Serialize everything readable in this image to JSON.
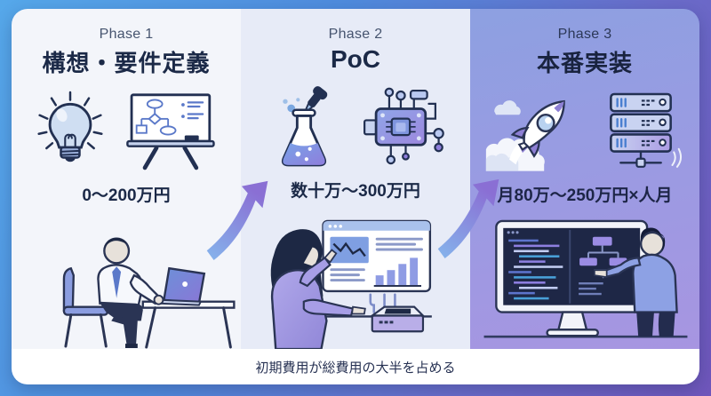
{
  "phases": [
    {
      "label": "Phase 1",
      "title": "構想・要件定義",
      "price": "0〜200万円",
      "icon_names": [
        "lightbulb-icon",
        "whiteboard-flowchart-icon"
      ],
      "illustration_name": "man-working-on-laptop"
    },
    {
      "label": "Phase 2",
      "title": "PoC",
      "price": "数十万〜300万円",
      "icon_names": [
        "flask-dropper-icon",
        "circuit-board-icon"
      ],
      "illustration_name": "woman-presenting-charts"
    },
    {
      "label": "Phase 3",
      "title": "本番実装",
      "price": "月80万〜250万円×人月",
      "icon_names": [
        "rocket-launch-icon",
        "server-rack-icon"
      ],
      "illustration_name": "engineer-at-code-screen"
    }
  ],
  "arrows": [
    {
      "name": "arrow-phase1-to-phase2"
    },
    {
      "name": "arrow-phase2-to-phase3"
    }
  ],
  "footer": {
    "note": "初期費用が総費用の大半を占める"
  },
  "colors": {
    "frame_gradient_start": "#56a8ea",
    "frame_gradient_end": "#6f56bb",
    "phase1_bg": "#f3f5fa",
    "phase2_bg": "#e7ebf7",
    "phase3_bg_top": "#8da0e1",
    "phase3_bg_bottom": "#a795e1",
    "title_text": "#1b2947",
    "label_text": "#46546f",
    "outline_navy": "#283254",
    "arrow_gradient_tail": "#85b5ec",
    "arrow_gradient_head": "#8a74d6",
    "footer_bg": "#ffffff",
    "footer_text": "#273253"
  }
}
